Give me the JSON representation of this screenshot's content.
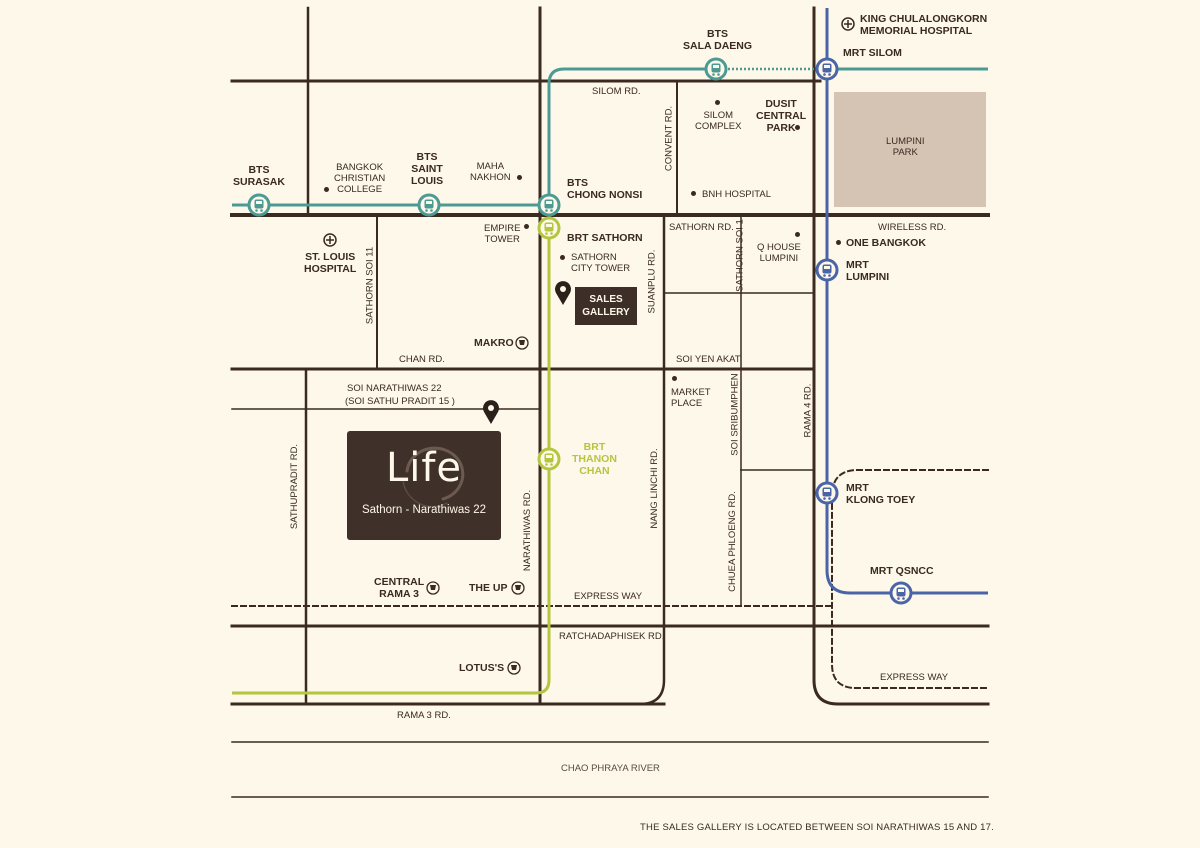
{
  "colors": {
    "background": "#fdf8e9",
    "road": "#3a2a20",
    "bts_line": "#4c9a93",
    "mrt_line": "#4a64a8",
    "brt_line": "#b4c640",
    "park": "#d5c4b4"
  },
  "project": {
    "name": "Life",
    "subtitle": "Sathorn - Narathiwas 22"
  },
  "sales_gallery": {
    "label_line1": "SALES",
    "label_line2": "GALLERY"
  },
  "stations": {
    "bts_sala_daeng": [
      "BTS",
      "SALA DAENG"
    ],
    "mrt_silom": "MRT SILOM",
    "bts_surasak": [
      "BTS",
      "SURASAK"
    ],
    "bts_saint_louis": [
      "BTS",
      "SAINT",
      "LOUIS"
    ],
    "bts_chong_nonsi": [
      "BTS",
      "CHONG NONSI"
    ],
    "brt_sathorn": "BRT SATHORN",
    "brt_thanon_chan": [
      "BRT",
      "THANON",
      "CHAN"
    ],
    "mrt_lumpini": [
      "MRT",
      "LUMPINI"
    ],
    "mrt_klong_toey": [
      "MRT",
      "KLONG TOEY"
    ],
    "mrt_qsncc": "MRT QSNCC"
  },
  "landmarks": {
    "king_chula": [
      "KING CHULALONGKORN",
      "MEMORIAL HOSPITAL"
    ],
    "silom_complex": [
      "SILOM",
      "COMPLEX"
    ],
    "dusit_central_park": [
      "DUSIT",
      "CENTRAL",
      "PARK"
    ],
    "lumpini_park": [
      "LUMPINI",
      "PARK"
    ],
    "bangkok_christian": [
      "BANGKOK",
      "CHRISTIAN",
      "COLLEGE"
    ],
    "maha_nakhon": [
      "MAHA",
      "NAKHON"
    ],
    "bnh_hospital": "BNH HOSPITAL",
    "empire_tower": [
      "EMPIRE",
      "TOWER"
    ],
    "sathorn_city_tower": [
      "SATHORN",
      "CITY TOWER"
    ],
    "q_house": [
      "Q HOUSE",
      "LUMPINI"
    ],
    "one_bangkok": "ONE BANGKOK",
    "st_louis_hospital": [
      "ST. LOUIS",
      "HOSPITAL"
    ],
    "makro": "MAKRO",
    "market_place": [
      "MARKET",
      "PLACE"
    ],
    "central_rama3": [
      "CENTRAL",
      "RAMA 3"
    ],
    "the_up": "THE UP",
    "lotus": "LOTUS'S"
  },
  "roads": {
    "silom": "SILOM RD.",
    "convent": "CONVENT RD.",
    "sathorn": "SATHORN RD.",
    "sathorn_soi_1": "SATHORN SOI 1",
    "wireless": "WIRELESS RD.",
    "sathorn_soi_11": "SATHORN SOI 11",
    "suanplu": "SUANPLU RD.",
    "chan": "CHAN RD.",
    "soi_yen_akat": "SOI YEN AKAT",
    "soi_narathiwas_22": "SOI NARATHIWAS 22",
    "soi_sathu_pradit": "(SOI SATHU PRADIT 15 )",
    "soi_sribumphen": "SOI SRIBUMPHEN",
    "rama4": "RAMA 4 RD.",
    "sathupradit": "SATHUPRADIT RD.",
    "narathiwas": "NARATHIWAS RD.",
    "nang_linchi": "NANG LINCHI RD.",
    "chuea_phloeng": "CHUEA PHLOENG RD.",
    "express_way_1": "EXPRESS WAY",
    "express_way_2": "EXPRESS WAY",
    "ratchadaphisek": "RATCHADAPHISEK RD.",
    "rama3": "RAMA 3 RD.",
    "river": "CHAO PHRAYA RIVER"
  },
  "footnote": "THE SALES GALLERY IS LOCATED BETWEEN SOI NARATHIWAS 15 AND 17."
}
